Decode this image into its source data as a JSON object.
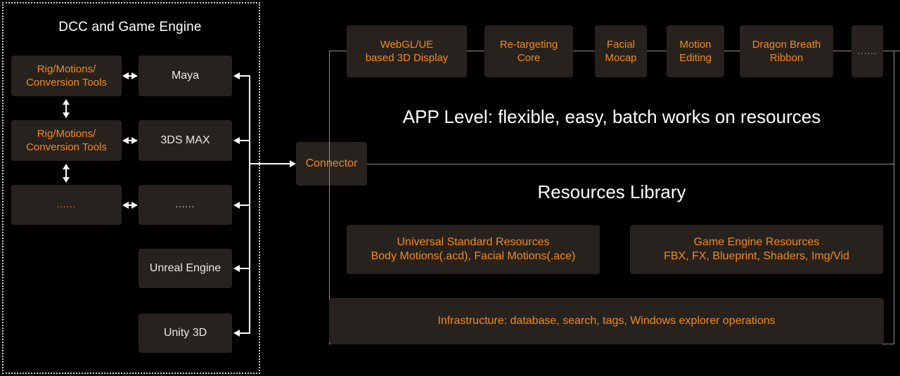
{
  "colors": {
    "background": "#000000",
    "box_fill": "#27221e",
    "accent_orange": "#f08a1e",
    "text_white": "#ffffff",
    "line_gray": "#d9d9d9",
    "dashed_border": "#cfcfcf"
  },
  "left_panel": {
    "title": "DCC and Game Engine",
    "tool_boxes": [
      {
        "label": "Rig/Motions/\nConversion Tools"
      },
      {
        "label": "Rig/Motions/\nConversion Tools"
      },
      {
        "label": "......"
      }
    ],
    "engine_boxes": [
      {
        "label": "Maya"
      },
      {
        "label": "3DS MAX"
      },
      {
        "label": "......"
      },
      {
        "label": "Unreal Engine"
      },
      {
        "label": "Unity 3D"
      }
    ]
  },
  "connector": {
    "label": "Connector"
  },
  "right_panel": {
    "feature_boxes": [
      {
        "label": "WebGL/UE\nbased 3D Display"
      },
      {
        "label": "Re-targeting\nCore"
      },
      {
        "label": "Facial\nMocap"
      },
      {
        "label": "Motion\nEditing"
      },
      {
        "label": "Dragon  Breath\nRibbon"
      },
      {
        "label": "......"
      }
    ],
    "app_level_label": "APP Level: flexible, easy, batch works on resources",
    "resources_library_label": "Resources Library",
    "resource_boxes": [
      {
        "label": "Universal Standard Resources\nBody Motions(.acd), Facial Motions(.ace)"
      },
      {
        "label": "Game Engine Resources\nFBX, FX, Blueprint, Shaders, Img/Vid"
      }
    ],
    "infrastructure_label": "Infrastructure: database, search, tags, Windows explorer operations"
  }
}
